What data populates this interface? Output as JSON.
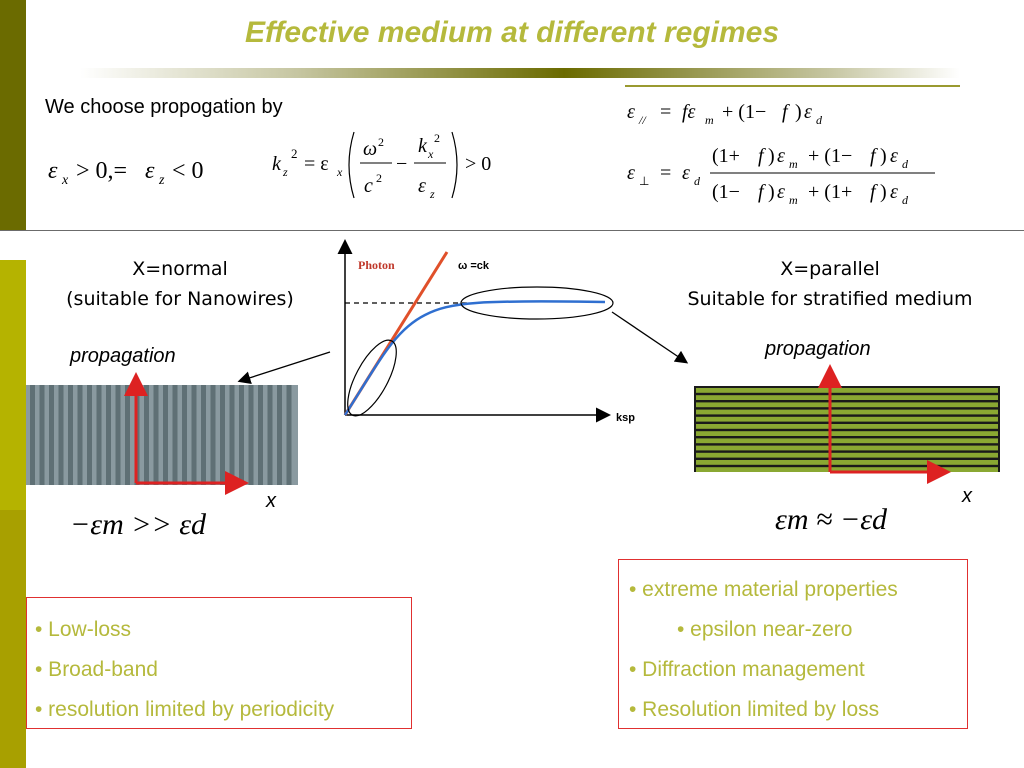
{
  "title": "Effective medium at different regimes",
  "intro_text": "We choose propogation by",
  "equations": {
    "eps_conditions": "εx > 0,= εz < 0",
    "kz_relation": "kz² = εx ( ω²/c² − kx²/εz ) > 0",
    "eps_parallel": "ε// = fεm + (1− f )εd",
    "eps_perp": "ε⊥ = εd [(1+ f )εm + (1− f )εd] / [(1− f )εm + (1+ f )εd]"
  },
  "left_panel": {
    "heading_line1": "X=normal",
    "heading_line2": "(suitable for Nanowires)",
    "propagation_label": "propagation",
    "x_label": "x",
    "condition": "−εm >> εd"
  },
  "right_panel": {
    "heading_line1": "X=parallel",
    "heading_line2": "Suitable for stratified medium",
    "propagation_label": "propagation",
    "x_label": "x",
    "condition": "εm ≈ −εd"
  },
  "dispersion_plot": {
    "photon_label": "Photon",
    "light_line_label": "ω =ck",
    "x_axis_label": "ksp"
  },
  "left_bullets": [
    "• Low-loss",
    "• Broad-band",
    "• resolution limited by periodicity"
  ],
  "right_bullets": [
    "• extreme material properties",
    "• epsilon near-zero",
    "• Diffraction management",
    "• Resolution  limited by loss"
  ],
  "colors": {
    "accent": "#b5b93c",
    "sidebar_dark": "#6b6b00",
    "sidebar_light": "#b5b300",
    "photon_line": "#e0502a",
    "curve": "#2f6fd0",
    "arrow_red": "#dd2222",
    "layer_green": "#8aa832",
    "box_border": "#e03030"
  }
}
